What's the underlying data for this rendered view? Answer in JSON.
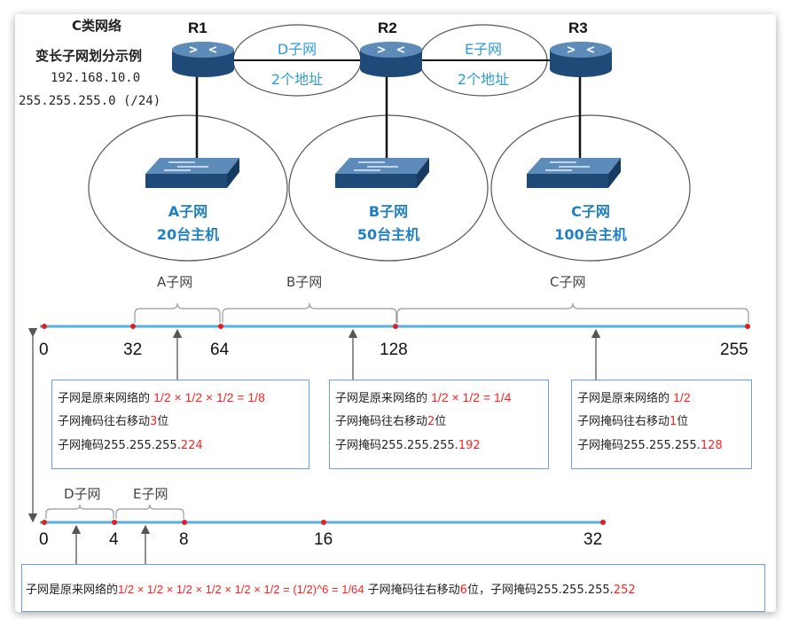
{
  "header": {
    "title": "C类网络",
    "subtitle": "变长子网划分示例",
    "network": "192.168.10.0",
    "mask": "255.255.255.0 (/24)"
  },
  "routers": [
    {
      "label": "R1"
    },
    {
      "label": "R2"
    },
    {
      "label": "R3"
    }
  ],
  "links": [
    {
      "name": "D子网",
      "size": "2个地址"
    },
    {
      "name": "E子网",
      "size": "2个地址"
    }
  ],
  "lans": [
    {
      "name": "A子网",
      "hosts": "20台主机"
    },
    {
      "name": "B子网",
      "hosts": "50台主机"
    },
    {
      "name": "C子网",
      "hosts": "100台主机"
    }
  ],
  "line1": {
    "ticks": [
      "0",
      "32",
      "64",
      "128",
      "255"
    ],
    "ranges": [
      "A子网",
      "B子网",
      "C子网"
    ]
  },
  "line2": {
    "ticks": [
      "0",
      "4",
      "8",
      "16",
      "32"
    ],
    "ranges": [
      "D子网",
      "E子网"
    ]
  },
  "boxes": [
    {
      "lead": "子网是原来网络的 ",
      "expr": "1/2 × 1/2 × 1/2 = 1/8",
      "shift_pre": "子网掩码往右移动",
      "shift": "3",
      "shift_post": "位",
      "mask_pre": "子网掩码255.255.255.",
      "mask": "224"
    },
    {
      "lead": "子网是原来网络的 ",
      "expr": "1/2 × 1/2 = 1/4",
      "shift_pre": "子网掩码往右移动",
      "shift": "2",
      "shift_post": "位",
      "mask_pre": "子网掩码255.255.255.",
      "mask": "192"
    },
    {
      "lead": "子网是原来网络的 ",
      "expr": "1/2",
      "shift_pre": "子网掩码往右移动",
      "shift": "1",
      "shift_post": "位",
      "mask_pre": "子网掩码255.255.255.",
      "mask": "128"
    }
  ],
  "bottom": {
    "lead": "子网是原来网络的",
    "expr": "1/2 × 1/2 × 1/2 × 1/2 × 1/2 × 1/2 = (1/2)^6 = 1/64",
    "shift_pre": " 子网掩码往右移动",
    "shift": "6",
    "shift_post": "位，子网掩码255.255.255.",
    "mask": "252"
  },
  "colors": {
    "router": "#2f5f8f",
    "line": "#5aaee0",
    "dot": "#e02020",
    "accent": "#ff2222",
    "blue_text": "#2e9bd6"
  }
}
